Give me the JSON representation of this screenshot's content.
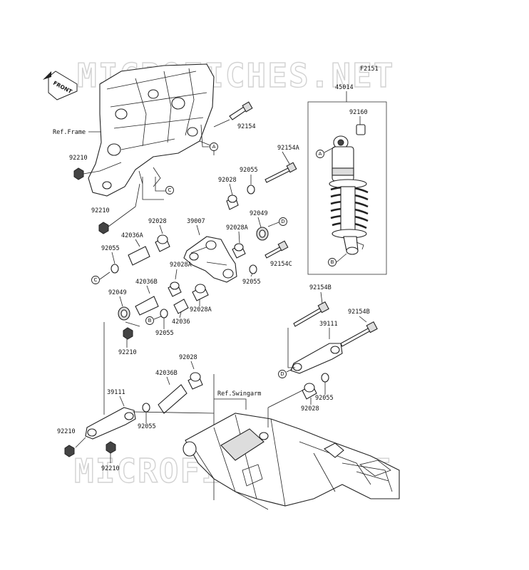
{
  "watermark": "MICROFICHES.NET",
  "figure_code": "F2151",
  "front_marker": "FRONT",
  "refs": {
    "frame": "Ref.Frame",
    "swingarm": "Ref.Swingarm"
  },
  "callouts": {
    "a": "A",
    "b": "B",
    "c": "C",
    "d": "D"
  },
  "parts": {
    "p45014": "45014",
    "p92160": "92160",
    "p92154": "92154",
    "p92154a": "92154A",
    "p92055_top": "92055",
    "p92028_top": "92028",
    "p92210_frame": "92210",
    "p92210_frame2": "92210",
    "p92049_top": "92049",
    "p92028a_1": "92028A",
    "p92154c": "92154C",
    "p92055_mid": "92055",
    "p92028_left": "92028",
    "p39007": "39007",
    "p42036a": "42036A",
    "p92055_left": "92055",
    "p92028a_2": "92028A",
    "p42036b_1": "42036B",
    "p92049_left": "92049",
    "p92028a_3": "92028A",
    "p42036": "42036",
    "p92055_b": "92055",
    "p92210_mid": "92210",
    "p92154b_1": "92154B",
    "p92154b_2": "92154B",
    "p39111_right": "39111",
    "p92055_right": "92055",
    "p92028_right": "92028",
    "p92028_low": "92028",
    "p42036b_2": "42036B",
    "p39111_left": "39111",
    "p92055_low": "92055",
    "p92210_low1": "92210",
    "p92210_low2": "92210"
  }
}
